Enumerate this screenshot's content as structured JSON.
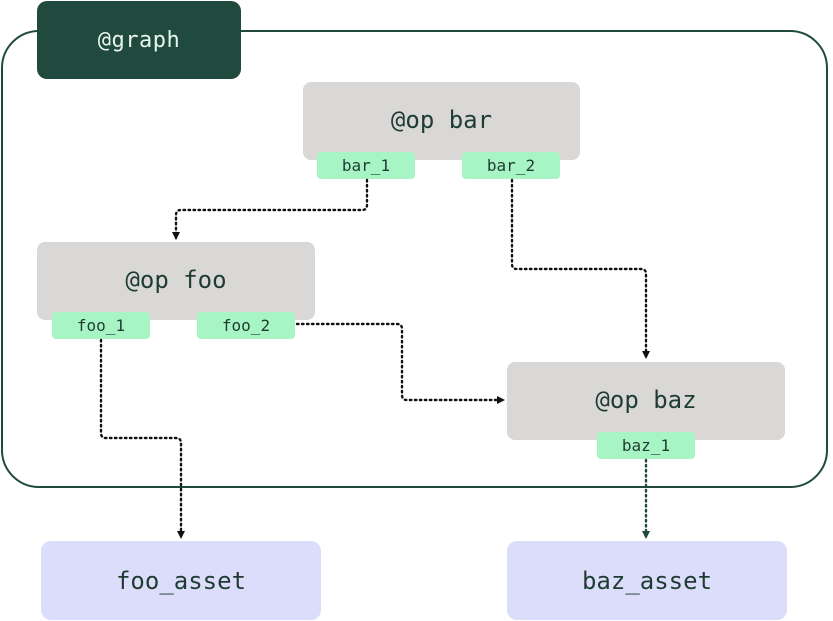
{
  "graph": {
    "label": "@graph"
  },
  "ops": {
    "bar": {
      "label": "@op bar",
      "ports": [
        "bar_1",
        "bar_2"
      ]
    },
    "foo": {
      "label": "@op foo",
      "ports": [
        "foo_1",
        "foo_2"
      ]
    },
    "baz": {
      "label": "@op baz",
      "ports": [
        "baz_1"
      ]
    }
  },
  "assets": {
    "foo": {
      "label": "foo_asset"
    },
    "baz": {
      "label": "baz_asset"
    }
  },
  "edges": [
    {
      "from": "bar_1",
      "to": "@op foo"
    },
    {
      "from": "bar_2",
      "to": "@op baz"
    },
    {
      "from": "foo_2",
      "to": "@op baz"
    },
    {
      "from": "foo_1",
      "to": "foo_asset"
    },
    {
      "from": "baz_1",
      "to": "baz_asset"
    }
  ],
  "colors": {
    "graph_frame": "#1f4a3d",
    "op_box": "#d9d8d6",
    "port": "#a7f5c4",
    "asset_box": "#dcdcfb",
    "text": "#1f3c33"
  }
}
